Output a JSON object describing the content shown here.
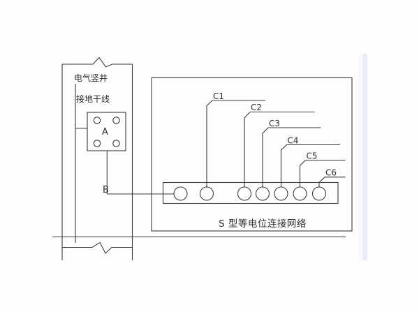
{
  "diagram": {
    "title": "S 型等电位连接网络",
    "shaft": {
      "label": "电气竖井",
      "ground_bus_label": "接地干线"
    },
    "terminal_board": {
      "label": "A"
    },
    "node": {
      "label": "B"
    },
    "branches": [
      {
        "label": "C1"
      },
      {
        "label": "C2"
      },
      {
        "label": "C3"
      },
      {
        "label": "C4"
      },
      {
        "label": "C5"
      },
      {
        "label": "C6"
      }
    ],
    "colors": {
      "background": "#fdfdfd",
      "line": "#3b3b3b",
      "text": "#2e2e2e",
      "scrollbar_strip": "#e9edf6"
    }
  }
}
